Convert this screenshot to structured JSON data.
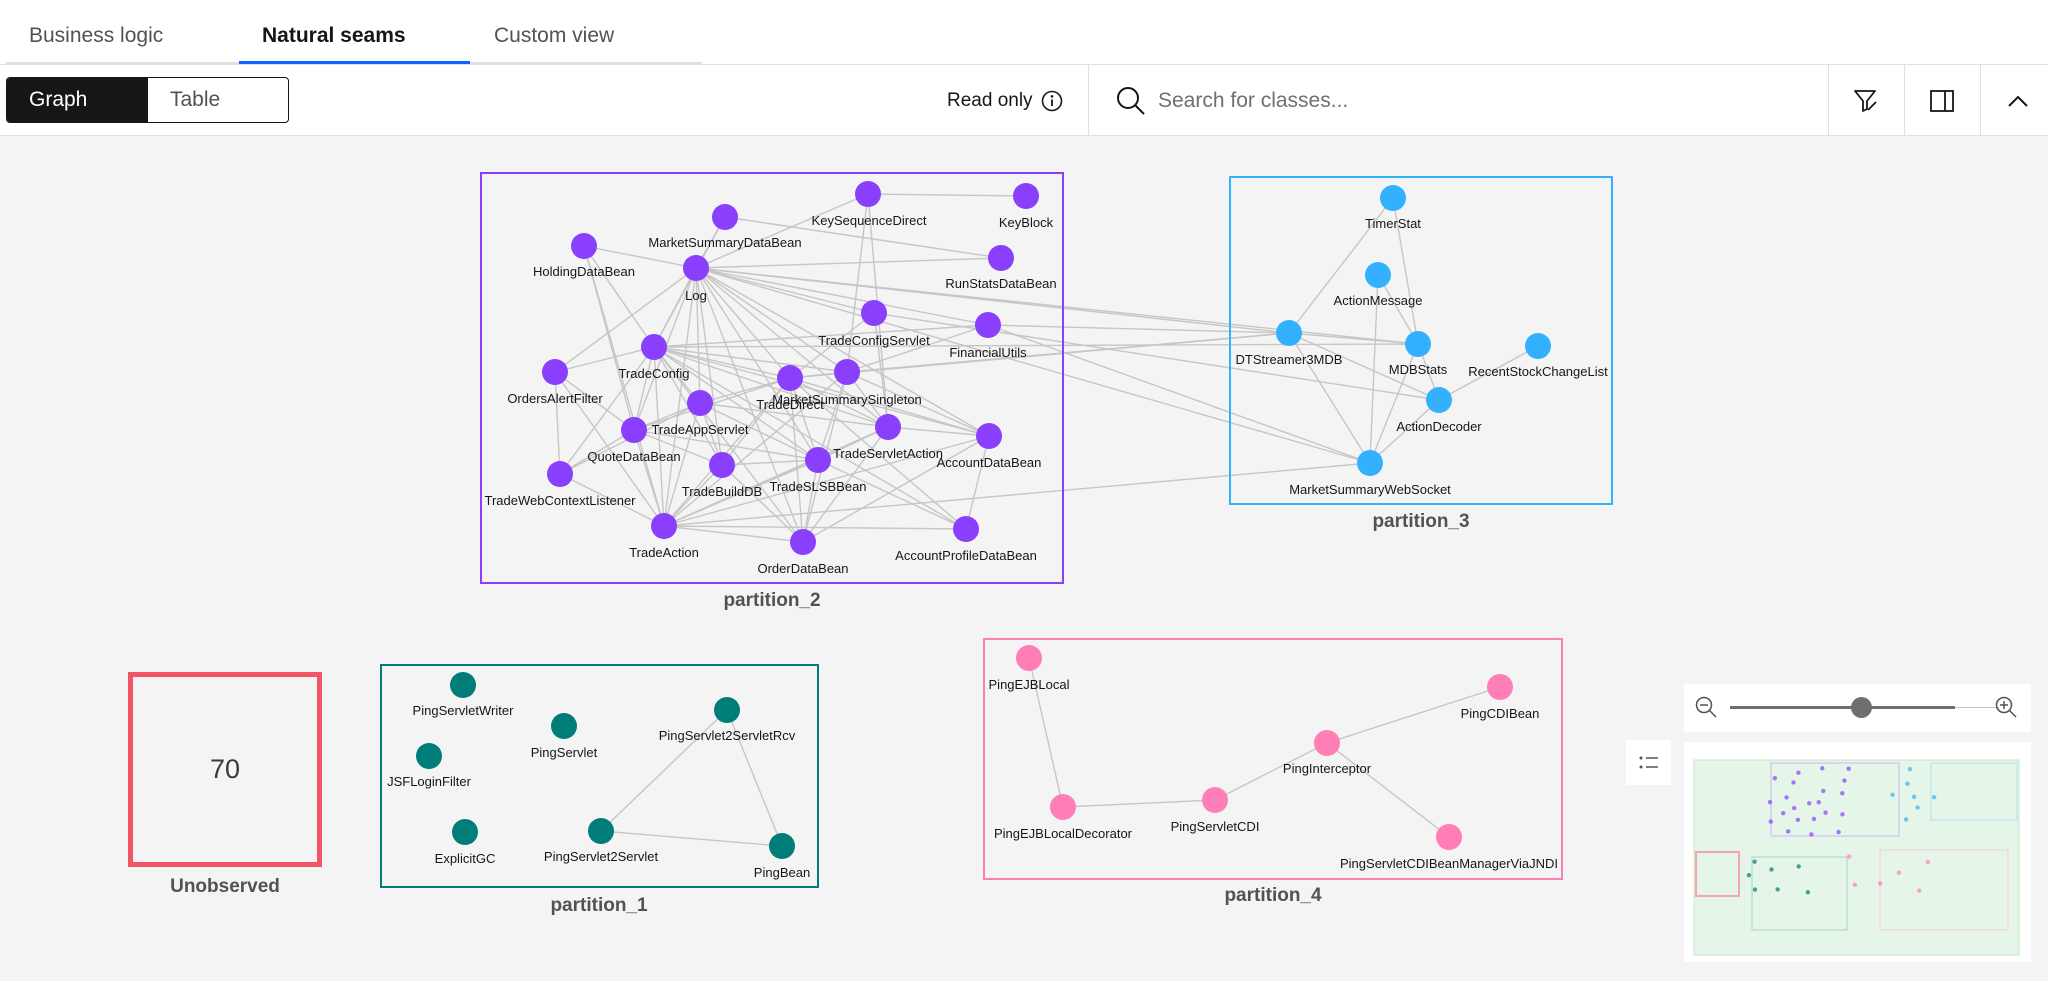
{
  "tabs": [
    {
      "label": "Business logic"
    },
    {
      "label": "Natural seams"
    },
    {
      "label": "Custom view"
    }
  ],
  "toolbar": {
    "view_options": [
      "Graph",
      "Table"
    ],
    "selected_view": "Graph",
    "read_only_label": "Read only",
    "search_placeholder": "Search for classes...",
    "icons": [
      "info-icon",
      "search-icon",
      "filter-icon",
      "side-panel-icon",
      "chevron-up-icon"
    ]
  },
  "unobserved": {
    "count": "70",
    "label": "Unobserved"
  },
  "colors": {
    "active_tab": "#0f62fe",
    "partition_2": "#8a3ffc",
    "partition_3": "#33b1ff",
    "partition_1": "#007d79",
    "partition_4": "#ff7eb6",
    "unobserved": "#f25563",
    "edge": "#c6c6c6"
  },
  "partitions": [
    {
      "name": "partition_2",
      "color": "#8a3ffc",
      "classes": [
        "KeySequenceDirect",
        "KeyBlock",
        "MarketSummaryDataBean",
        "HoldingDataBean",
        "Log",
        "RunStatsDataBean",
        "TradeConfigServlet",
        "FinancialUtils",
        "TradeConfig",
        "OrdersAlertFilter",
        "MarketSummarySingleton",
        "TradeDirect",
        "TradeAppServlet",
        "TradeServletAction",
        "AccountDataBean",
        "QuoteDataBean",
        "TradeBuildDB",
        "TradeSLSBBean",
        "TradeWebContextListener",
        "TradeAction",
        "OrderDataBean",
        "AccountProfileDataBean"
      ]
    },
    {
      "name": "partition_3",
      "color": "#33b1ff",
      "classes": [
        "TimerStat",
        "ActionMessage",
        "DTStreamer3MDB",
        "MDBStats",
        "RecentStockChangeList",
        "ActionDecoder",
        "MarketSummaryWebSocket"
      ]
    },
    {
      "name": "partition_1",
      "color": "#007d79",
      "classes": [
        "PingServletWriter",
        "PingServlet",
        "PingServlet2ServletRcv",
        "JSFLoginFilter",
        "ExplicitGC",
        "PingServlet2Servlet",
        "PingBean"
      ]
    },
    {
      "name": "partition_4",
      "color": "#ff7eb6",
      "classes": [
        "PingEJBLocal",
        "PingCDIBean",
        "PingInterceptor",
        "PingEJBLocalDecorator",
        "PingServletCDI",
        "PingServletCDIBeanManagerViaJNDI"
      ]
    }
  ],
  "zoom": {
    "level": 0.58
  }
}
